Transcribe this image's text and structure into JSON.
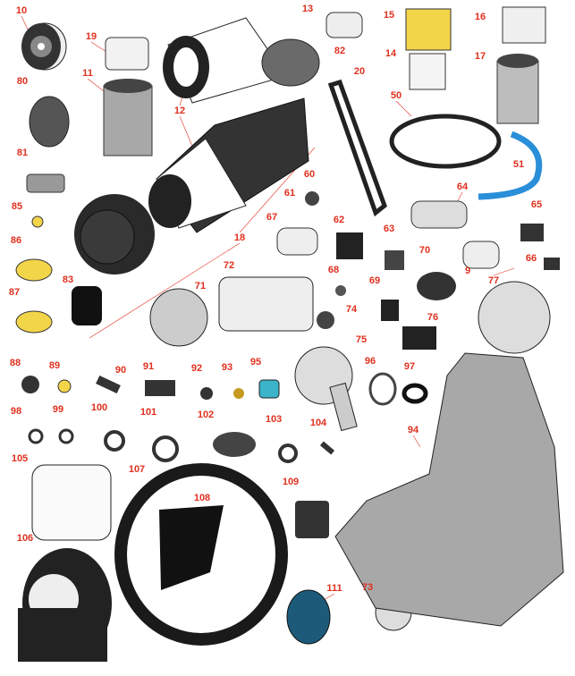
{
  "colors": {
    "callout": "#e0301e",
    "part_dark": "#222222",
    "part_gray": "#9a9a9a",
    "part_light": "#e8e8e8",
    "accent_blue": "#2a8fd8",
    "accent_yellow": "#f3d54a",
    "pulley_teal": "#1d5a7a"
  },
  "callouts": [
    "10",
    "19",
    "13",
    "15",
    "16",
    "82",
    "14",
    "17",
    "11",
    "80",
    "20",
    "50",
    "12",
    "81",
    "51",
    "60",
    "64",
    "61",
    "85",
    "65",
    "62",
    "67",
    "18",
    "63",
    "86",
    "70",
    "66",
    "9",
    "72",
    "68",
    "77",
    "83",
    "71",
    "69",
    "87",
    "74",
    "76",
    "75",
    "88",
    "89",
    "90",
    "91",
    "92",
    "93",
    "95",
    "96",
    "97",
    "98",
    "99",
    "100",
    "101",
    "102",
    "103",
    "104",
    "94",
    "105",
    "107",
    "108",
    "109",
    "106",
    "111",
    "73"
  ]
}
